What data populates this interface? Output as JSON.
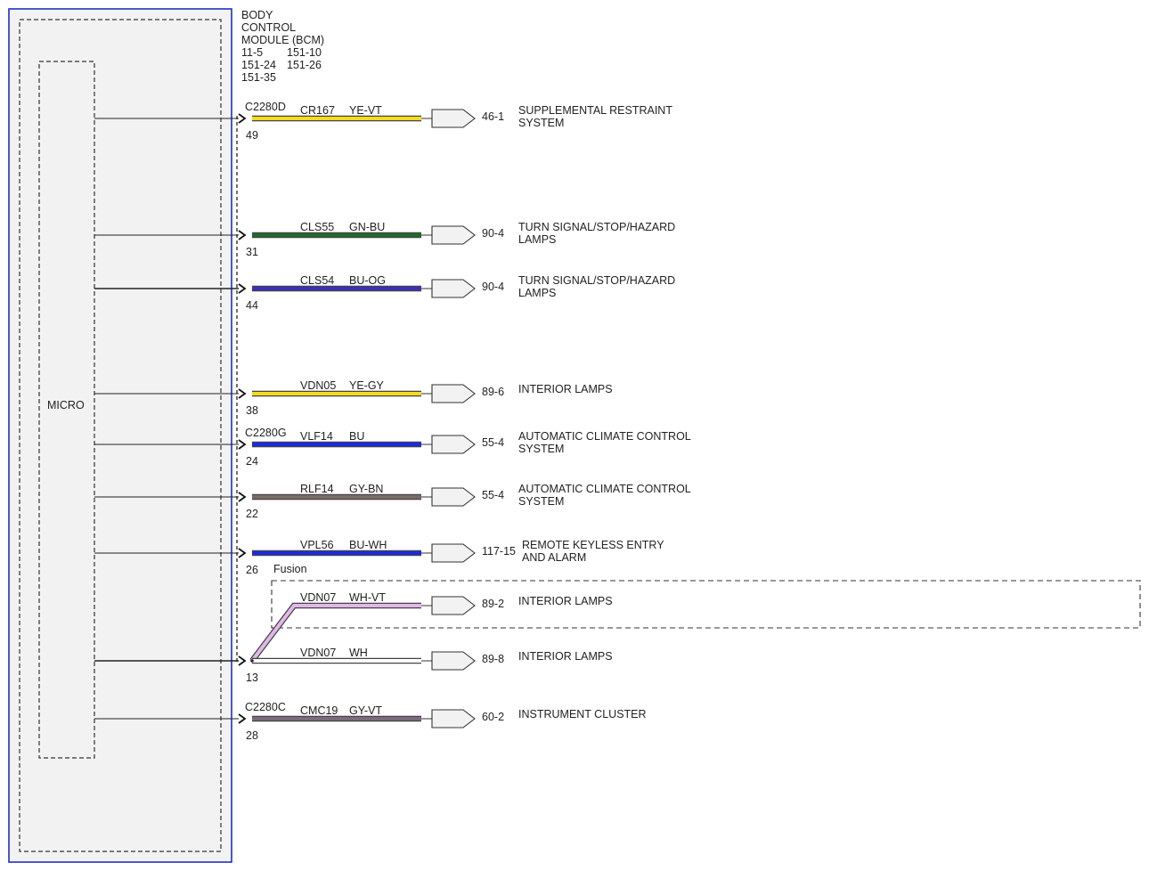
{
  "module": {
    "title_lines": [
      "BODY",
      "CONTROL",
      "MODULE (BCM)"
    ],
    "refs": [
      [
        "11-5",
        "151-10"
      ],
      [
        "151-24",
        "151-26"
      ],
      [
        "151-35",
        ""
      ]
    ],
    "inner_label": "MICRO",
    "border_color": "#1f2fbf",
    "fill_color": "#f2f2f2"
  },
  "option_label": "Fusion",
  "circuits": [
    {
      "connector": "C2280D",
      "pin": "49",
      "code": "CR167",
      "wire": "YE-VT",
      "color": "#f2dc1d",
      "dest_ref": "46-1",
      "dest": [
        "SUPPLEMENTAL RESTRAINT",
        "SYSTEM"
      ]
    },
    {
      "connector": "",
      "pin": "31",
      "code": "CLS55",
      "wire": "GN-BU",
      "color": "#1f6b2a",
      "dest_ref": "90-4",
      "dest": [
        "TURN SIGNAL/STOP/HAZARD",
        "LAMPS"
      ]
    },
    {
      "connector": "",
      "pin": "44",
      "code": "CLS54",
      "wire": "BU-OG",
      "color": "#3a2fb8",
      "dest_ref": "90-4",
      "dest": [
        "TURN SIGNAL/STOP/HAZARD",
        "LAMPS"
      ]
    },
    {
      "connector": "",
      "pin": "38",
      "code": "VDN05",
      "wire": "YE-GY",
      "color": "#f2dc1d",
      "dest_ref": "89-6",
      "dest": [
        "INTERIOR LAMPS"
      ]
    },
    {
      "connector": "C2280G",
      "pin": "24",
      "code": "VLF14",
      "wire": "BU",
      "color": "#1a2be0",
      "dest_ref": "55-4",
      "dest": [
        "AUTOMATIC CLIMATE CONTROL",
        "SYSTEM"
      ]
    },
    {
      "connector": "",
      "pin": "22",
      "code": "RLF14",
      "wire": "GY-BN",
      "color": "#7a6a66",
      "dest_ref": "55-4",
      "dest": [
        "AUTOMATIC CLIMATE CONTROL",
        "SYSTEM"
      ]
    },
    {
      "connector": "",
      "pin": "26",
      "code": "VPL56",
      "wire": "BU-WH",
      "color": "#1a2be0",
      "dest_ref": "117-15",
      "dest": [
        "REMOTE KEYLESS ENTRY",
        "AND ALARM"
      ]
    },
    {
      "connector": "",
      "pin": "",
      "code": "VDN07",
      "wire": "WH-VT",
      "color": "#e0b8e8",
      "dest_ref": "89-2",
      "dest": [
        "INTERIOR LAMPS"
      ]
    },
    {
      "connector": "",
      "pin": "13",
      "code": "VDN07",
      "wire": "WH",
      "color": "#ffffff",
      "dest_ref": "89-8",
      "dest": [
        "INTERIOR LAMPS"
      ]
    },
    {
      "connector": "C2280C",
      "pin": "28",
      "code": "CMC19",
      "wire": "GY-VT",
      "color": "#7d6a7d",
      "dest_ref": "60-2",
      "dest": [
        "INSTRUMENT CLUSTER"
      ]
    }
  ]
}
